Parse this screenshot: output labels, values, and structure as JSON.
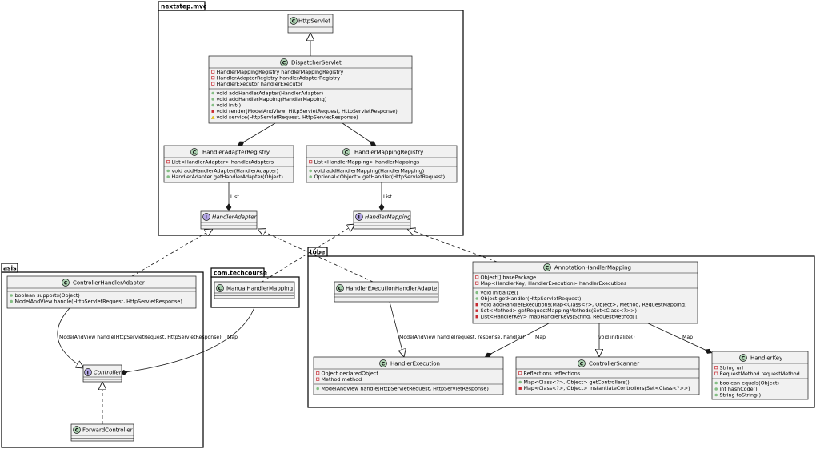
{
  "packages": {
    "mvc": "nextstep.mvc",
    "asis": "asis",
    "techcourse": "com.techcourse",
    "tobe": "tobe"
  },
  "classes": {
    "http_servlet": {
      "name": "HttpServlet"
    },
    "dispatcher_servlet": {
      "name": "DispatcherServlet",
      "fields": [
        "HandlerMappingRegistry handlerMappingRegistry",
        "HandlerAdapterRegistry handlerAdapterRegistry",
        "HandlerExecutor handlerExecutor"
      ],
      "methods": [
        "void addHandlerAdapter(HandlerAdapter)",
        "void addHandlerMapping(HandlerMapping)",
        "void init()",
        "void render(ModelAndView, HttpServletRequest, HttpServletResponse)",
        "void service(HttpServletRequest, HttpServletResponse)"
      ]
    },
    "handler_adapter_registry": {
      "name": "HandlerAdapterRegistry",
      "fields": [
        "List<HandlerAdapter> handlerAdapters"
      ],
      "methods": [
        "void addHandlerAdapter(HandlerAdapter)",
        "HandlerAdapter getHandlerAdapter(Object)"
      ]
    },
    "handler_mapping_registry": {
      "name": "HandlerMappingRegistry",
      "fields": [
        "List<HandlerMapping> handlerMappings"
      ],
      "methods": [
        "void addHandlerMapping(HandlerMapping)",
        "Optional<Object> getHandler(HttpServletRequest)"
      ]
    },
    "handler_adapter": {
      "name": "HandlerAdapter"
    },
    "handler_mapping": {
      "name": "HandlerMapping"
    },
    "controller_handler_adapter": {
      "name": "ControllerHandlerAdapter",
      "methods": [
        "boolean supports(Object)",
        "ModelAndView handle(HttpServletRequest, HttpServletResponse)"
      ]
    },
    "controller": {
      "name": "Controller"
    },
    "forward_controller": {
      "name": "ForwardController"
    },
    "manual_handler_mapping": {
      "name": "ManualHandlerMapping"
    },
    "handler_execution_handler_adapter": {
      "name": "HandlerExecutionHandlerAdapter"
    },
    "annotation_handler_mapping": {
      "name": "AnnotationHandlerMapping",
      "fields": [
        "Object[] basePackage",
        "Map<HandlerKey, HandlerExecution> handlerExecutions"
      ],
      "methods": [
        "void initialize()",
        "Object getHandler(HttpServletRequest)",
        "void addHandlerExecutions(Map<Class<?>, Object>, Method, RequestMapping)",
        "Set<Method> getRequestMappingMethods(Set<Class<?>>)",
        "List<HandlerKey> mapHandlerKeys(String, RequestMethod[])"
      ]
    },
    "handler_execution": {
      "name": "HandlerExecution",
      "fields": [
        "Object declaredObject",
        "Method method"
      ],
      "methods": [
        "ModelAndView handle(HttpServletRequest, HttpServletResponse)"
      ]
    },
    "controller_scanner": {
      "name": "ControllerScanner",
      "fields": [
        "Reflections reflections"
      ],
      "methods": [
        "Map<Class<?>, Object> getControllers()",
        "Map<Class<?>, Object> instantiateControllers(Set<Class<?>>)"
      ]
    },
    "handler_key": {
      "name": "HandlerKey",
      "fields": [
        "String url",
        "RequestMethod requestMethod"
      ],
      "methods": [
        "boolean equals(Object)",
        "int hashCode()",
        "String toString()"
      ]
    }
  },
  "edge_labels": {
    "list_adapter": "List",
    "list_mapping": "List",
    "asis_handle": "ModelAndView handle(HttpServletRequest, HttpServletResponse)",
    "manual_map": "Map",
    "tobe_handle": "ModelAndView handle(request, response, handler)",
    "annotation_map_execution": "Map",
    "annotation_initialize": "void initialize()",
    "annotation_map_key": "Map"
  },
  "colors": {
    "class_fill": "#f1f1f1",
    "class_icon": "#add1b2",
    "interface_icon": "#b4a7e5"
  }
}
